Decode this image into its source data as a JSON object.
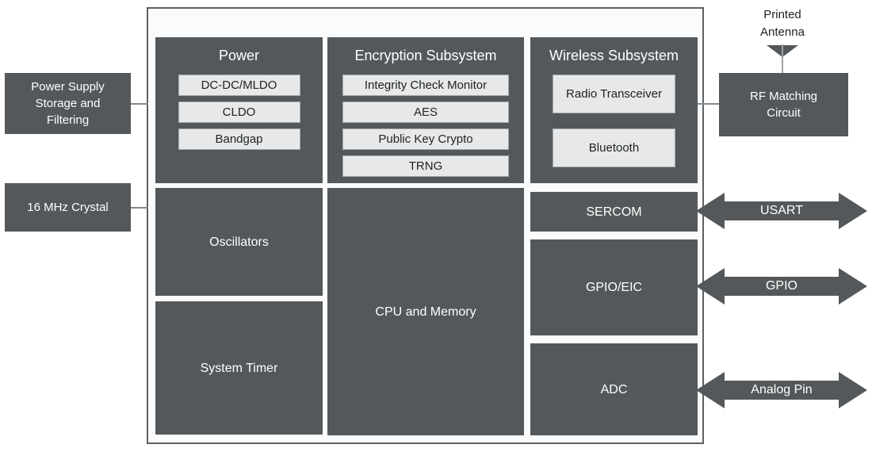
{
  "colors": {
    "block_fill": "#54585A",
    "light_box_fill": "#E7E8E9",
    "light_box_border": "#A4A8AA",
    "outer_border": "#5D6164",
    "inner_background": "#FAFBFC",
    "connector_line": "#85898B",
    "text_on_dark": "#FFFFFF",
    "text_on_light": "#202324"
  },
  "external": {
    "power_supply": "Power Supply Storage and Filtering",
    "crystal": "16 MHz Crystal",
    "printed_antenna": "Printed Antenna",
    "rf_matching": "RF Matching Circuit"
  },
  "soc": {
    "power": {
      "title": "Power",
      "items": [
        "DC-DC/MLDO",
        "CLDO",
        "Bandgap"
      ]
    },
    "encryption": {
      "title": "Encryption Subsystem",
      "items": [
        "Integrity Check Monitor",
        "AES",
        "Public Key Crypto",
        "TRNG"
      ]
    },
    "wireless": {
      "title": "Wireless Subsystem",
      "items": [
        "Radio Transceiver",
        "Bluetooth"
      ]
    },
    "oscillators": "Oscillators",
    "system_timer": "System Timer",
    "cpu_memory": "CPU and Memory",
    "sercom": "SERCOM",
    "gpio_eic": "GPIO/EIC",
    "adc": "ADC"
  },
  "arrows": {
    "usart": "USART",
    "gpio": "GPIO",
    "analog": "Analog Pin"
  }
}
